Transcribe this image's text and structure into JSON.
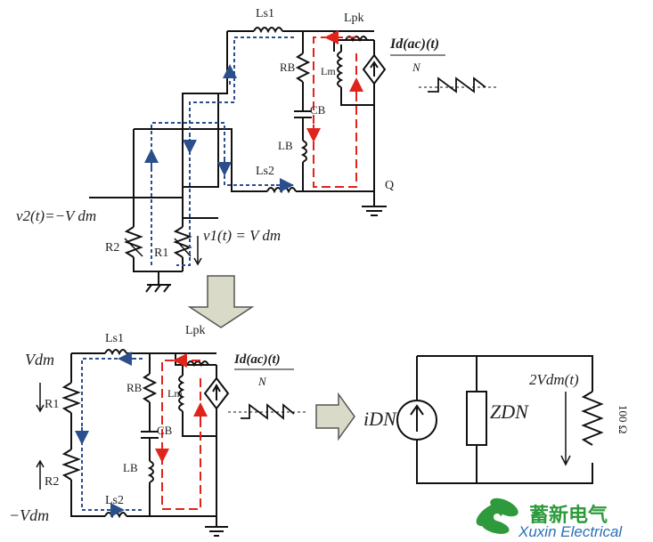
{
  "top_circuit": {
    "ls1": "Ls1",
    "ls2": "Ls2",
    "lpk": "Lpk",
    "rb": "RB",
    "lm": "Lm",
    "cb": "CB",
    "lb": "LB",
    "q": "Q",
    "r1": "R1",
    "r2": "R2",
    "v1": "v1(t) = V dm",
    "v2": "v2(t)=−V dm",
    "source_num": "Id(ac)(t)",
    "source_den": "N"
  },
  "bottom_circuit": {
    "ls1": "Ls1",
    "ls2": "Ls2",
    "lpk": "Lpk",
    "rb": "RB",
    "lm": "Lm",
    "cb": "CB",
    "lb": "LB",
    "r1": "R1",
    "r2": "R2",
    "vdm_top": "Vdm",
    "vdm_bottom": "−Vdm",
    "source_num": "Id(ac)(t)",
    "source_den": "N"
  },
  "equivalent": {
    "current_source": "iDN",
    "impedance": "ZDN",
    "voltage": "2Vdm(t)",
    "resistor": "100 Ω"
  },
  "logo": {
    "cn": "蓄新电气",
    "en": "Xuxin Electrical",
    "colors": {
      "green": "#2e9a3c",
      "blue": "#2a6fb5"
    }
  },
  "colors": {
    "wire": "#111111",
    "blue_path": "#2b4f8c",
    "red_path": "#e0231b",
    "arrow_fill": "#d9dbc8"
  }
}
